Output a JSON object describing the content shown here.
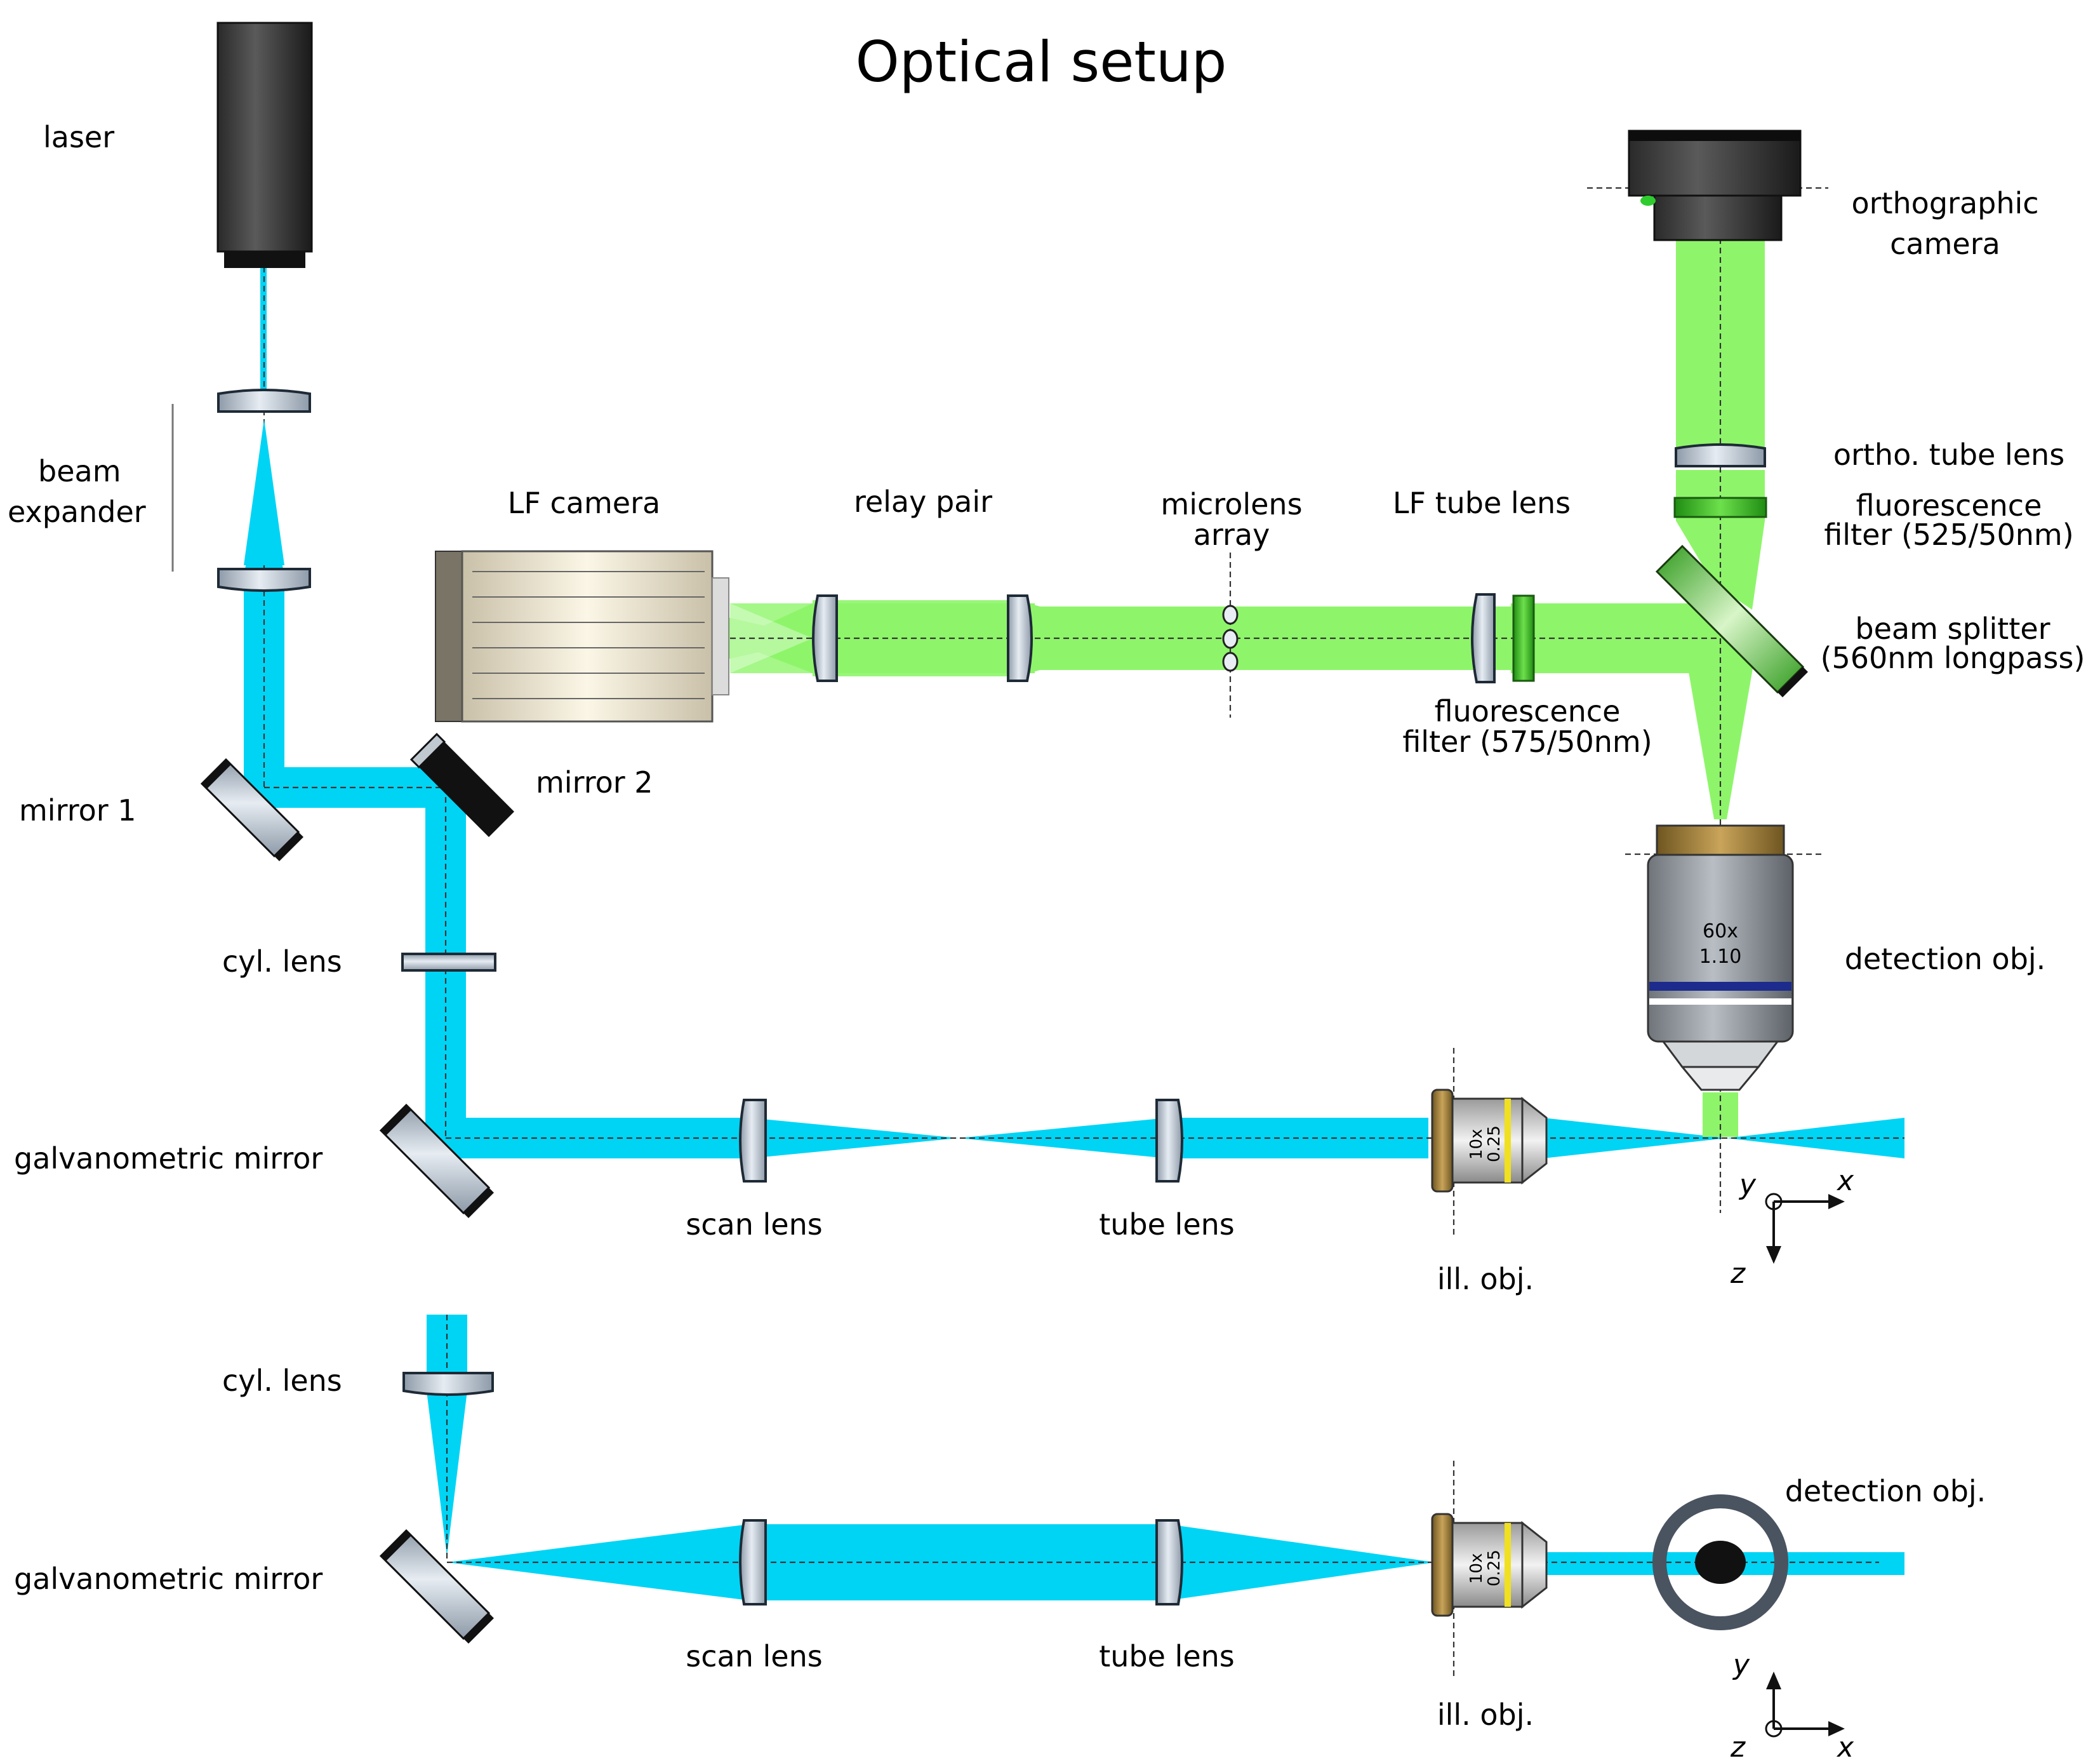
{
  "title": "Optical setup",
  "labels": {
    "laser": "laser",
    "beam_expander_line1": "beam",
    "beam_expander_line2": "expander",
    "lf_camera": "LF camera",
    "relay_pair": "relay pair",
    "microlens_line1": "microlens",
    "microlens_line2": "array",
    "lf_tube_lens": "LF tube lens",
    "ortho_camera_line1": "orthographic",
    "ortho_camera_line2": "camera",
    "ortho_tube_lens": "ortho. tube lens",
    "fluor_filter_top_line1": "fluorescence",
    "fluor_filter_top_line2": "filter (525/50nm)",
    "beam_splitter_line1": "beam splitter",
    "beam_splitter_line2": "(560nm longpass)",
    "fluor_filter_mid_line1": "fluorescence",
    "fluor_filter_mid_line2": "filter (575/50nm)",
    "mirror1": "mirror 1",
    "mirror2": "mirror 2",
    "cyl_lens_top": "cyl. lens",
    "detection_obj_top": "detection obj.",
    "galvo_top": "galvanometric mirror",
    "scan_lens_top": "scan lens",
    "tube_lens_top": "tube lens",
    "ill_obj_top": "ill. obj.",
    "cyl_lens_bottom": "cyl. lens",
    "detection_obj_bottom": "detection obj.",
    "galvo_bottom": "galvanometric mirror",
    "scan_lens_bottom": "scan lens",
    "tube_lens_bottom": "tube lens",
    "ill_obj_bottom": "ill. obj."
  },
  "objective_markings": {
    "detection_mag": "60x",
    "detection_na": "1.10",
    "ill_mag": "10x",
    "ill_na": "0.25"
  },
  "axes": {
    "top": {
      "y": "y",
      "x": "x",
      "z": "z"
    },
    "bottom": {
      "y": "y",
      "x": "x",
      "z": "z"
    }
  },
  "colors": {
    "excitation_beam": "#00d4f5",
    "emission_beam": "#8ef56a",
    "lens_fill": "#c9d3dd",
    "filter_green": "#39c21f",
    "camera_body": "#3a3a3a",
    "lf_camera_body": "#f4eedc",
    "objective_gray": "#8a9096",
    "objective_gold": "#9c7a35",
    "band_blue": "#1c2b8c",
    "illum_obj_silver": "#d8d8d8",
    "illum_obj_band": "#f0e020"
  }
}
